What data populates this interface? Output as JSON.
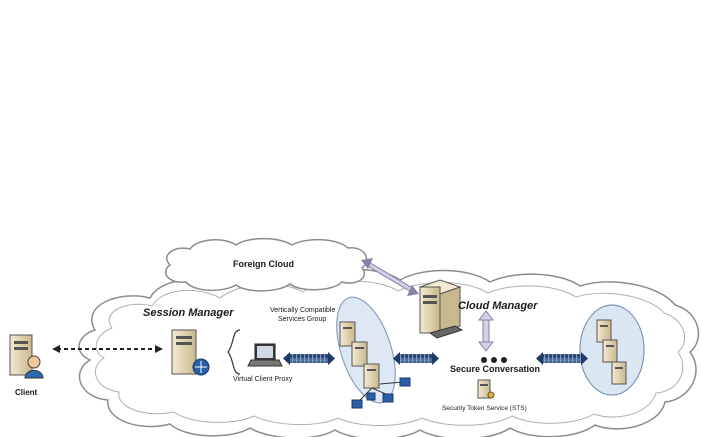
{
  "labels": {
    "foreign_cloud": "Foreign Cloud",
    "session_manager": "Session Manager",
    "cloud_manager": "Cloud Manager",
    "vertically_compatible_line1": "Vertically Compatible",
    "vertically_compatible_line2": "Services Group",
    "virtual_client_proxy": "Virtual Client Proxy",
    "client": "Client",
    "secure_conversation": "Secure Conversation",
    "sts": "Security Token Service (STS)"
  },
  "colors": {
    "cloud_outline": "#8c8c8c",
    "server_body": "#e8d9b5",
    "server_dark": "#7a6a4a",
    "link_arrow": "#2f4f7a",
    "ellipse_fill": "#dbe6f3",
    "ellipse_stroke": "#7f96b8",
    "dotted_arrow": "#222222",
    "double_arrow": "#8a7fa6"
  }
}
